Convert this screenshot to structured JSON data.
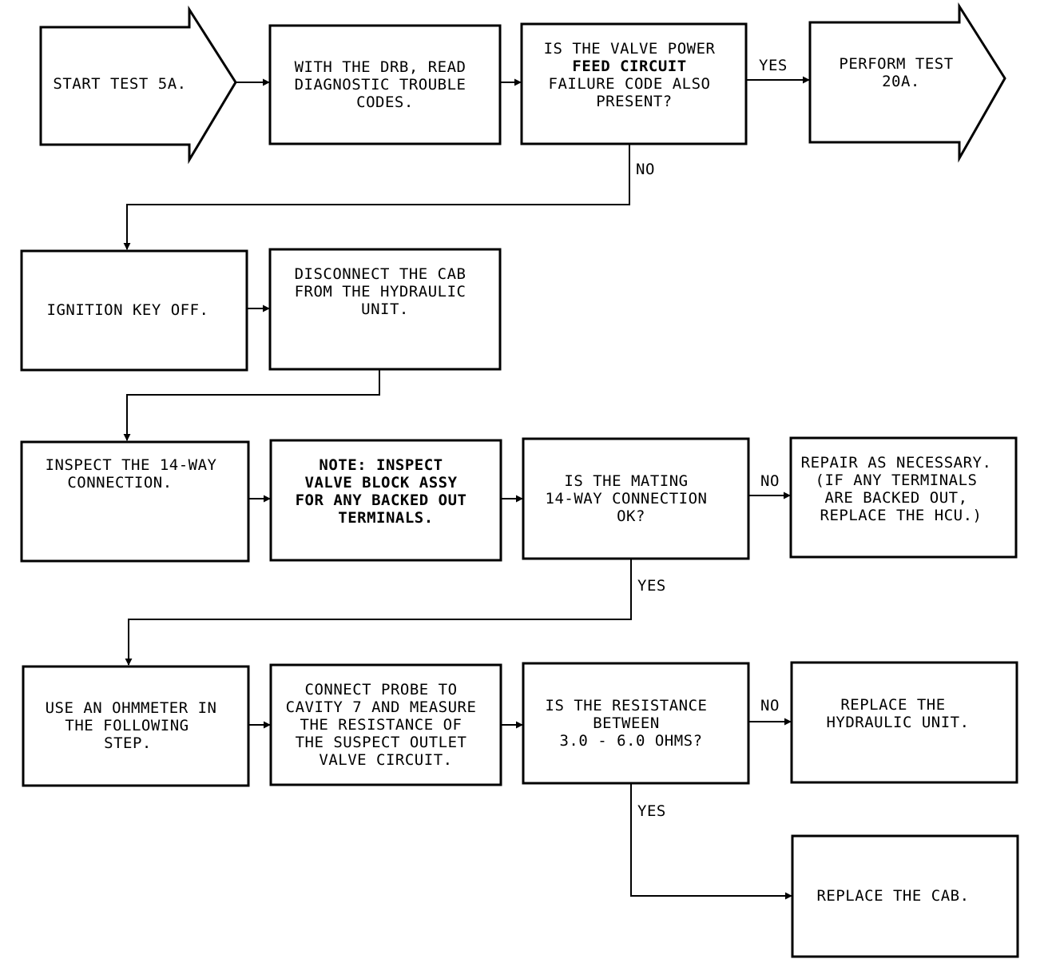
{
  "nodes": {
    "start": {
      "lines": [
        "START TEST 5A."
      ]
    },
    "read_dtc": {
      "lines": [
        "WITH THE DRB, READ",
        "DIAGNOSTIC TROUBLE",
        "CODES."
      ]
    },
    "q_valve": {
      "lines": [
        "IS THE VALVE POWER",
        "FEED CIRCUIT",
        "FAILURE CODE ALSO",
        "PRESENT?"
      ]
    },
    "perform_20a": {
      "lines": [
        "PERFORM TEST",
        "20A."
      ]
    },
    "ign_off": {
      "lines": [
        "IGNITION KEY OFF."
      ]
    },
    "disconnect": {
      "lines": [
        "DISCONNECT THE CAB",
        "FROM THE HYDRAULIC",
        "UNIT."
      ]
    },
    "inspect14": {
      "lines": [
        "INSPECT THE 14-WAY",
        "CONNECTION."
      ]
    },
    "note": {
      "lines": [
        "NOTE:  INSPECT",
        "VALVE BLOCK ASSY",
        "FOR ANY BACKED OUT",
        "TERMINALS."
      ]
    },
    "q_mating": {
      "lines": [
        "IS THE MATING",
        "14-WAY CONNECTION",
        "OK?"
      ]
    },
    "repair": {
      "lines": [
        "REPAIR AS NECESSARY.",
        "(IF ANY TERMINALS",
        "ARE BACKED OUT,",
        "REPLACE THE HCU.)"
      ]
    },
    "ohmmeter": {
      "lines": [
        "USE AN OHMMETER IN",
        "THE FOLLOWING",
        "STEP."
      ]
    },
    "probe": {
      "lines": [
        "CONNECT PROBE TO",
        "CAVITY 7 AND MEASURE",
        "THE RESISTANCE OF",
        "THE SUSPECT OUTLET",
        "VALVE CIRCUIT."
      ]
    },
    "q_resist": {
      "lines": [
        "IS THE RESISTANCE",
        "BETWEEN",
        "3.0 - 6.0 OHMS?"
      ]
    },
    "replace_hu": {
      "lines": [
        "REPLACE THE",
        "HYDRAULIC UNIT."
      ]
    },
    "replace_cab": {
      "lines": [
        "REPLACE THE CAB."
      ]
    }
  },
  "edge_labels": {
    "yes_valve": "YES",
    "no_valve": "NO",
    "no_mating": "NO",
    "yes_mating": "YES",
    "no_resist": "NO",
    "yes_resist": "YES"
  }
}
